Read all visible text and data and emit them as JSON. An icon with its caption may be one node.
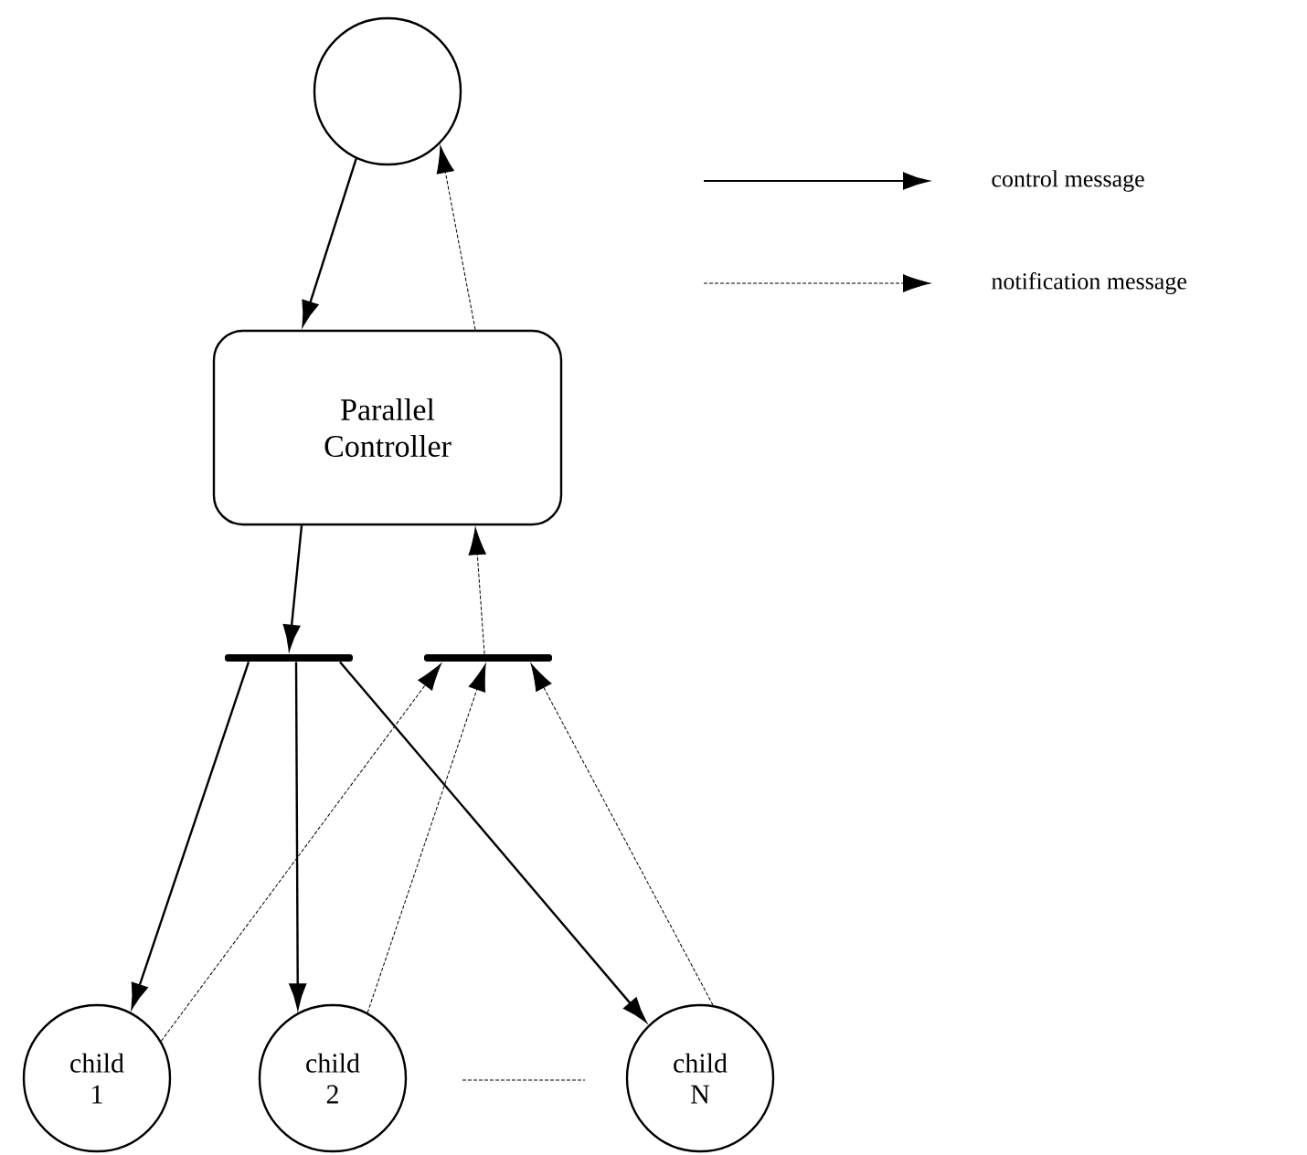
{
  "diagram": {
    "nodes": [
      {
        "text": [],
        "shape": "circle"
      },
      {
        "text": [
          "Parallel Controller"
        ]
      },
      {
        "text": [],
        "shape": "bar"
      },
      {
        "text": [],
        "shape": "bar"
      },
      {
        "text": [
          "child 1"
        ]
      },
      {
        "text": [
          "child 2"
        ]
      },
      {
        "text": [
          "child N"
        ]
      }
    ],
    "edges": [
      {
        "from": 0,
        "to": 1,
        "arrow": "to"
      },
      {
        "from": 1,
        "to": 0,
        "arrow": "to",
        "style": "dashed"
      },
      {
        "from": 1,
        "to": 2,
        "arrow": "to"
      },
      {
        "from": 2,
        "to": 4,
        "arrow": "to"
      },
      {
        "from": 2,
        "to": 5,
        "arrow": "to"
      },
      {
        "from": 2,
        "to": 6,
        "arrow": "to"
      },
      {
        "from": 4,
        "to": 3,
        "arrow": "to",
        "style": "dashed"
      },
      {
        "from": 5,
        "to": 3,
        "arrow": "to",
        "style": "dashed"
      },
      {
        "from": 6,
        "to": 3,
        "arrow": "to",
        "style": "dashed"
      },
      {
        "from": 3,
        "to": 1,
        "arrow": "to",
        "style": "dashed"
      }
    ],
    "legend": [
      {
        "text": "control message"
      },
      {
        "text": "notification message"
      }
    ]
  }
}
